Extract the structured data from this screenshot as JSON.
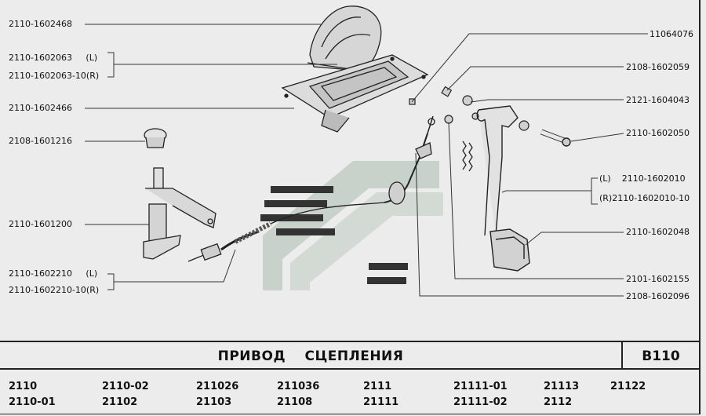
{
  "labels_left": [
    {
      "id": "l1",
      "text": "2110-1602468"
    },
    {
      "id": "l2a",
      "text": "2110-1602063     (L)"
    },
    {
      "id": "l2b",
      "text": "2110-1602063-10(R)"
    },
    {
      "id": "l3",
      "text": "2110-1602466"
    },
    {
      "id": "l4",
      "text": "2108-1601216"
    },
    {
      "id": "l5",
      "text": "2110-1601200"
    },
    {
      "id": "l6a",
      "text": "2110-1602210     (L)"
    },
    {
      "id": "l6b",
      "text": "2110-1602210-10(R)"
    }
  ],
  "labels_right": [
    {
      "id": "r1",
      "text": "11064076"
    },
    {
      "id": "r2",
      "text": "2108-1602059"
    },
    {
      "id": "r3",
      "text": "2121-1604043"
    },
    {
      "id": "r4",
      "text": "2110-1602050"
    },
    {
      "id": "r5a",
      "text": "(L)    2110-1602010"
    },
    {
      "id": "r5b",
      "text": "(R)2110-1602010-10"
    },
    {
      "id": "r6",
      "text": "2110-1602048"
    },
    {
      "id": "r7",
      "text": "2101-1602155"
    },
    {
      "id": "r8",
      "text": "2108-1602096"
    }
  ],
  "title": "ПРИВОД СЦЕПЛЕНИЯ",
  "code": "B110",
  "models": [
    [
      "2110",
      "2110-01"
    ],
    [
      "2110-02",
      "21102"
    ],
    [
      "211026",
      "21103"
    ],
    [
      "211036",
      "21108"
    ],
    [
      "2111",
      "21111"
    ],
    [
      "21111-01",
      "21111-02"
    ],
    [
      "21113",
      "2112"
    ],
    [
      "21122",
      ""
    ]
  ]
}
